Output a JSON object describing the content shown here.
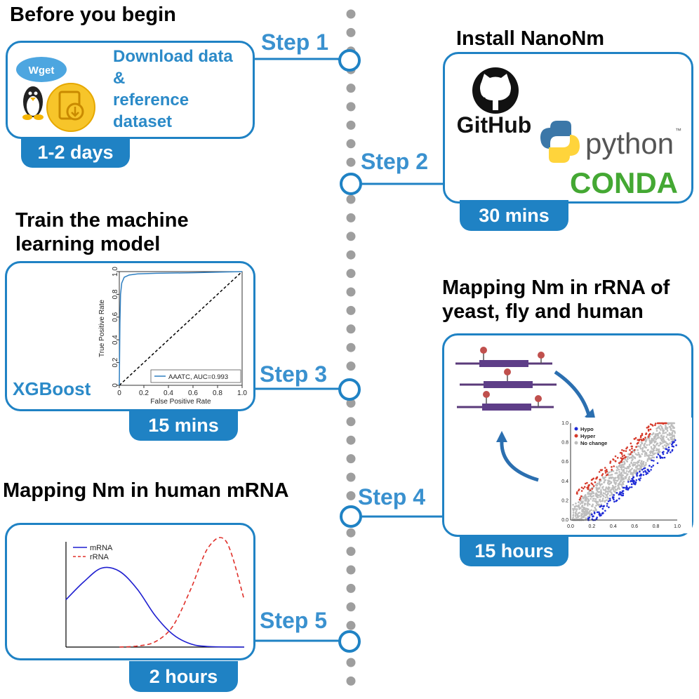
{
  "steps": [
    {
      "label": "Step 1",
      "heading": "Before you begin",
      "duration": "1-2 days",
      "content_lines": [
        "Download data",
        "&",
        "reference",
        "dataset"
      ],
      "logo": "Wget"
    },
    {
      "label": "Step 2",
      "heading": "Install NanoNm",
      "duration": "30 mins",
      "logos": [
        "GitHub",
        "python",
        "CONDA"
      ]
    },
    {
      "label": "Step 3",
      "heading_lines": [
        "Train the machine",
        "learning model"
      ],
      "duration": "15 mins",
      "tool": "XGBoost"
    },
    {
      "label": "Step 4",
      "heading_lines": [
        "Mapping Nm in rRNA of",
        "yeast, fly and human"
      ],
      "duration": "15 hours"
    },
    {
      "label": "Step 5",
      "heading": "Mapping Nm in human mRNA",
      "duration": "2 hours"
    }
  ],
  "icons": [
    "linux-penguin-icon",
    "download-document-icon",
    "github-octocat-icon",
    "python-icon"
  ],
  "colors": {
    "accent": "#1f82c4",
    "step_text": "#3a91cf",
    "timeline_dot": "#9e9e9e",
    "conda_green": "#44a833",
    "python_blue": "#3b77a8",
    "python_yellow": "#ffd43b"
  },
  "chart_data": [
    {
      "type": "line",
      "xlabel": "False Positive Rate",
      "ylabel": "True Positive Rate",
      "xlim": [
        0,
        1
      ],
      "ylim": [
        0,
        1
      ],
      "x_ticks": [
        "0",
        "0.2",
        "0.4",
        "0.6",
        "0.8",
        "1.0"
      ],
      "y_ticks": [
        "0",
        "0.2",
        "0.4",
        "0.6",
        "0.8",
        "1.0"
      ],
      "series": [
        {
          "name": "AAATC, AUC=0.993",
          "x": [
            0,
            0.005,
            0.01,
            0.02,
            0.04,
            0.08,
            0.15,
            0.3,
            0.6,
            1.0
          ],
          "y": [
            0,
            0.55,
            0.8,
            0.9,
            0.95,
            0.97,
            0.98,
            0.985,
            0.99,
            1.0
          ]
        },
        {
          "x": [
            0,
            1
          ],
          "y": [
            0,
            1
          ]
        }
      ],
      "legend": "bottom-right"
    },
    {
      "type": "scatter",
      "xlim": [
        0,
        1
      ],
      "ylim": [
        0,
        1
      ],
      "x_ticks": [
        "0.0",
        "0.2",
        "0.4",
        "0.6",
        "0.8",
        "1.0"
      ],
      "y_ticks": [
        "0.0",
        "0.2",
        "0.4",
        "0.6",
        "0.8",
        "1.0"
      ],
      "series": [
        {
          "name": "Hypo",
          "color": "#1f2bd6"
        },
        {
          "name": "Hyper",
          "color": "#d63a2b"
        },
        {
          "name": "No change",
          "color": "#bdbdbd"
        }
      ],
      "legend": "top-left"
    },
    {
      "type": "line",
      "series": [
        {
          "name": "mRNA",
          "color": "#1f1fd0",
          "x": [
            0,
            0.1,
            0.2,
            0.3,
            0.4,
            0.5,
            0.6,
            0.7,
            0.8,
            1.0
          ],
          "y": [
            0.45,
            0.62,
            0.75,
            0.72,
            0.55,
            0.3,
            0.12,
            0.03,
            0.005,
            0.0
          ]
        },
        {
          "name": "rRNA",
          "color": "#e0302a",
          "x": [
            0.3,
            0.4,
            0.5,
            0.6,
            0.7,
            0.8,
            0.9,
            1.0
          ],
          "y": [
            0.0,
            0.01,
            0.05,
            0.2,
            0.55,
            0.95,
            1.0,
            0.45
          ]
        }
      ],
      "legend": "top-left"
    }
  ]
}
